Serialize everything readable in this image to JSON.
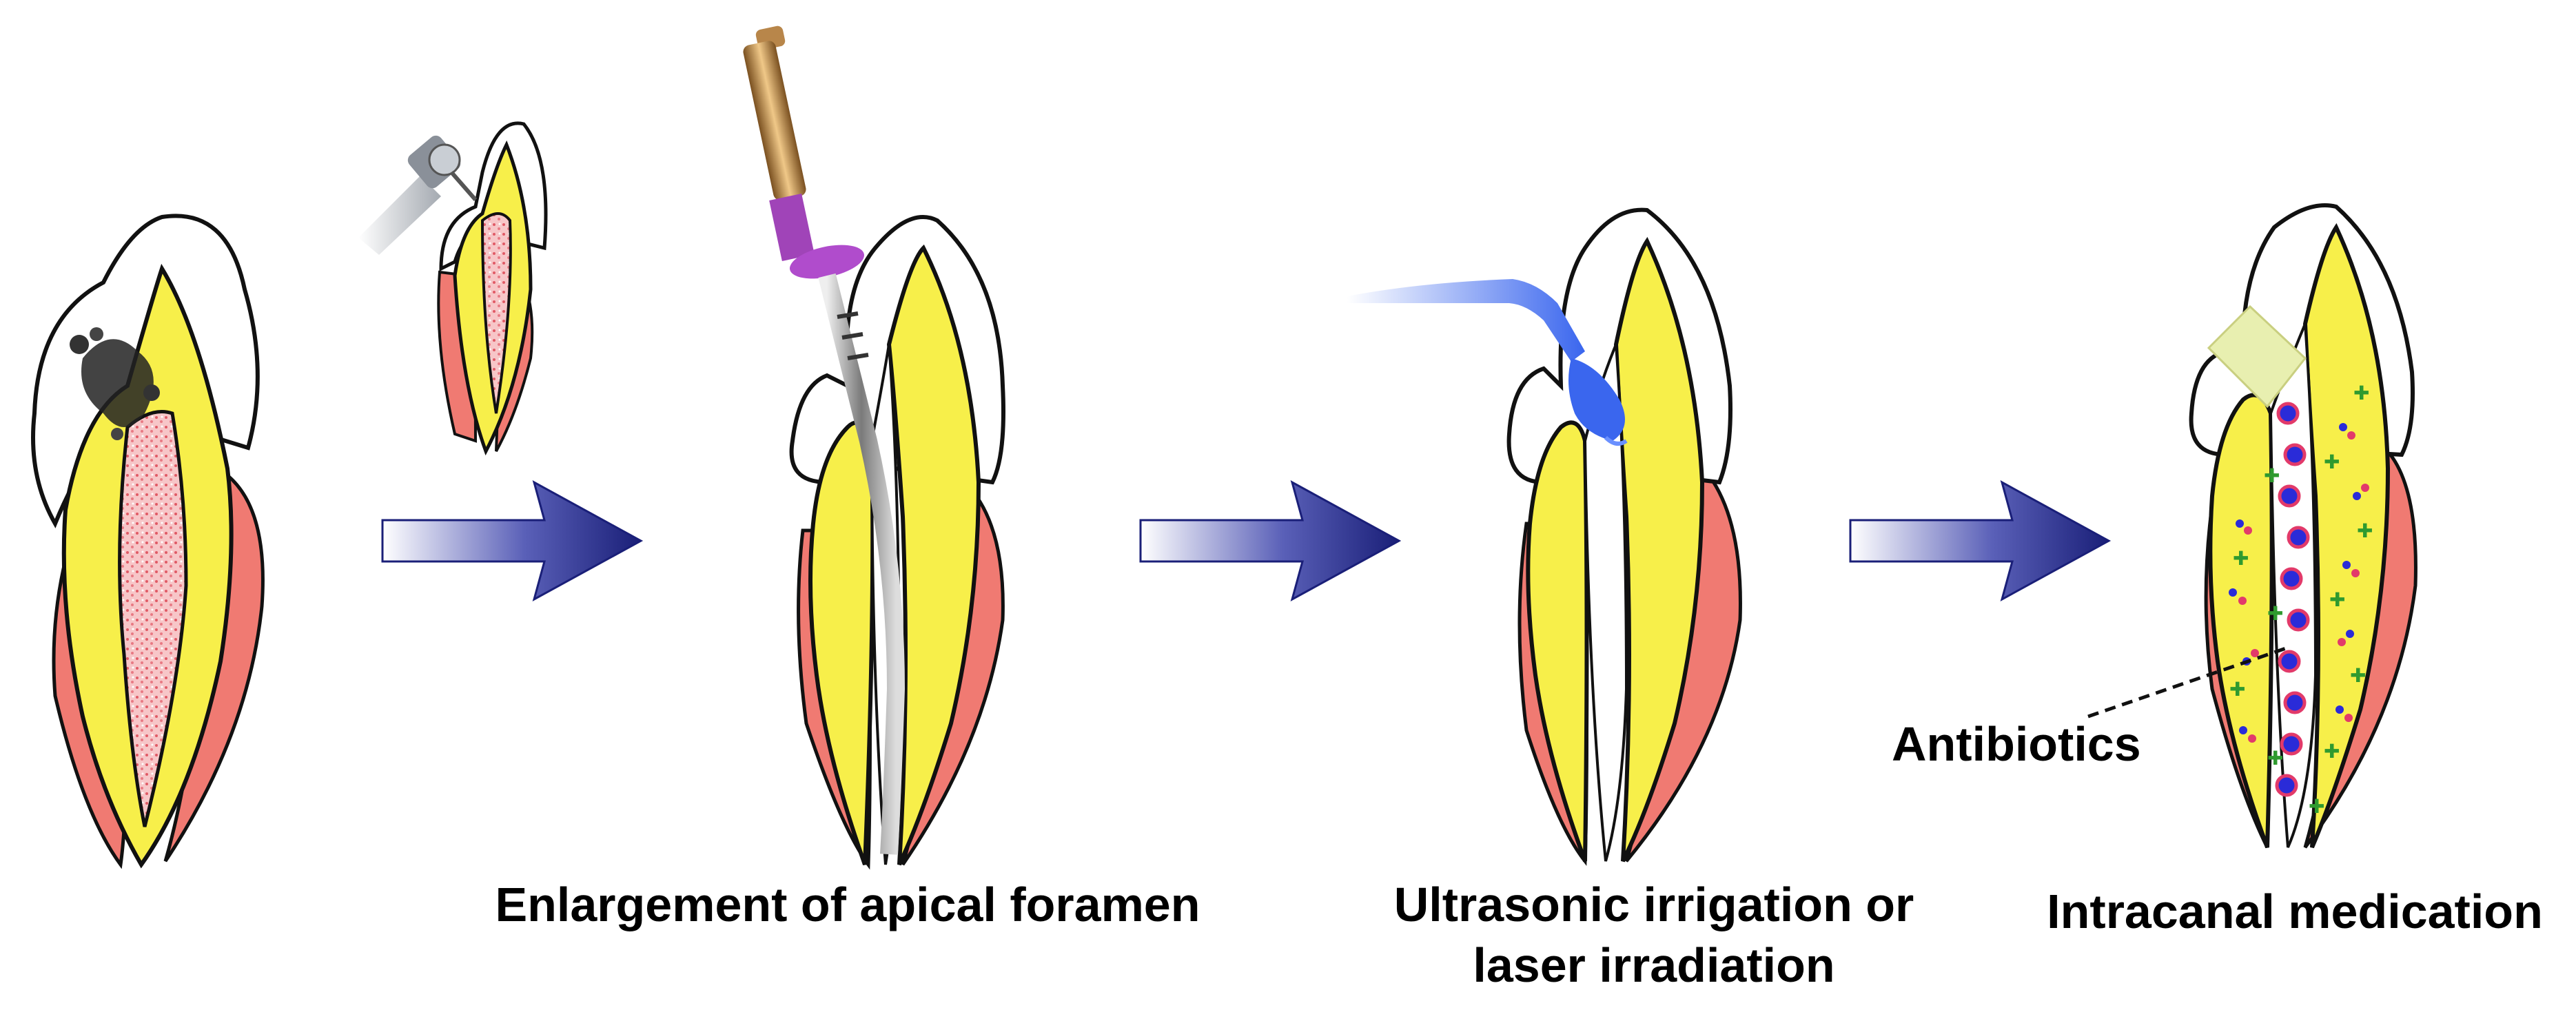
{
  "captions": {
    "enlargement": "Enlargement of apical foramen",
    "irrigation_line1": "Ultrasonic irrigation or",
    "irrigation_line2": "laser irradiation",
    "medication": "Intracanal medication"
  },
  "labels": {
    "antibiotics": "Antibiotics"
  },
  "colors": {
    "enamel": "#ffffff",
    "dentin": "#f7ef4a",
    "cementum": "#f07a72",
    "pulp": "#f2a3a8",
    "arrow": "#1a1f78",
    "outline": "#111111",
    "instrument_gold": "#b8864a",
    "instrument_purple": "#a044b8",
    "laser_blue": "#3a66ee",
    "filling": "#e8efb0",
    "antibiotic_blue": "#2a2bd8",
    "antibiotic_red": "#e23a6a",
    "antibiotic_green": "#2f9a2f"
  },
  "icons": [
    "dental-drill-icon",
    "endodontic-file-icon",
    "irrigation-tip-icon",
    "process-arrow-icon"
  ]
}
